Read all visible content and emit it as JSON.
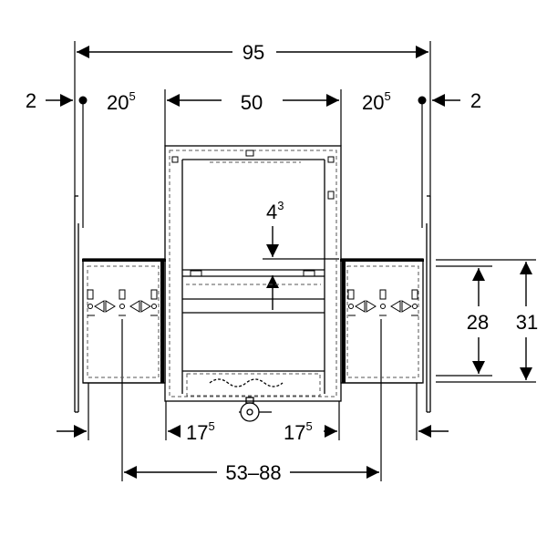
{
  "dimensions": {
    "total_width": "95",
    "side_offset_left": "2",
    "side_offset_right": "2",
    "frame_width": "50",
    "side_width_left": {
      "base": "20",
      "sup": "5"
    },
    "side_width_right": {
      "base": "20",
      "sup": "5"
    },
    "crossbar_offset": {
      "base": "4",
      "sup": "3"
    },
    "inner_height": "28",
    "outer_height": "31",
    "gap_left": {
      "base": "17",
      "sup": "5"
    },
    "gap_right": {
      "base": "17",
      "sup": "5"
    },
    "axis_spacing": "53–88"
  },
  "colors": {
    "line": "#000000",
    "dash": "#555555",
    "background": "#ffffff"
  }
}
